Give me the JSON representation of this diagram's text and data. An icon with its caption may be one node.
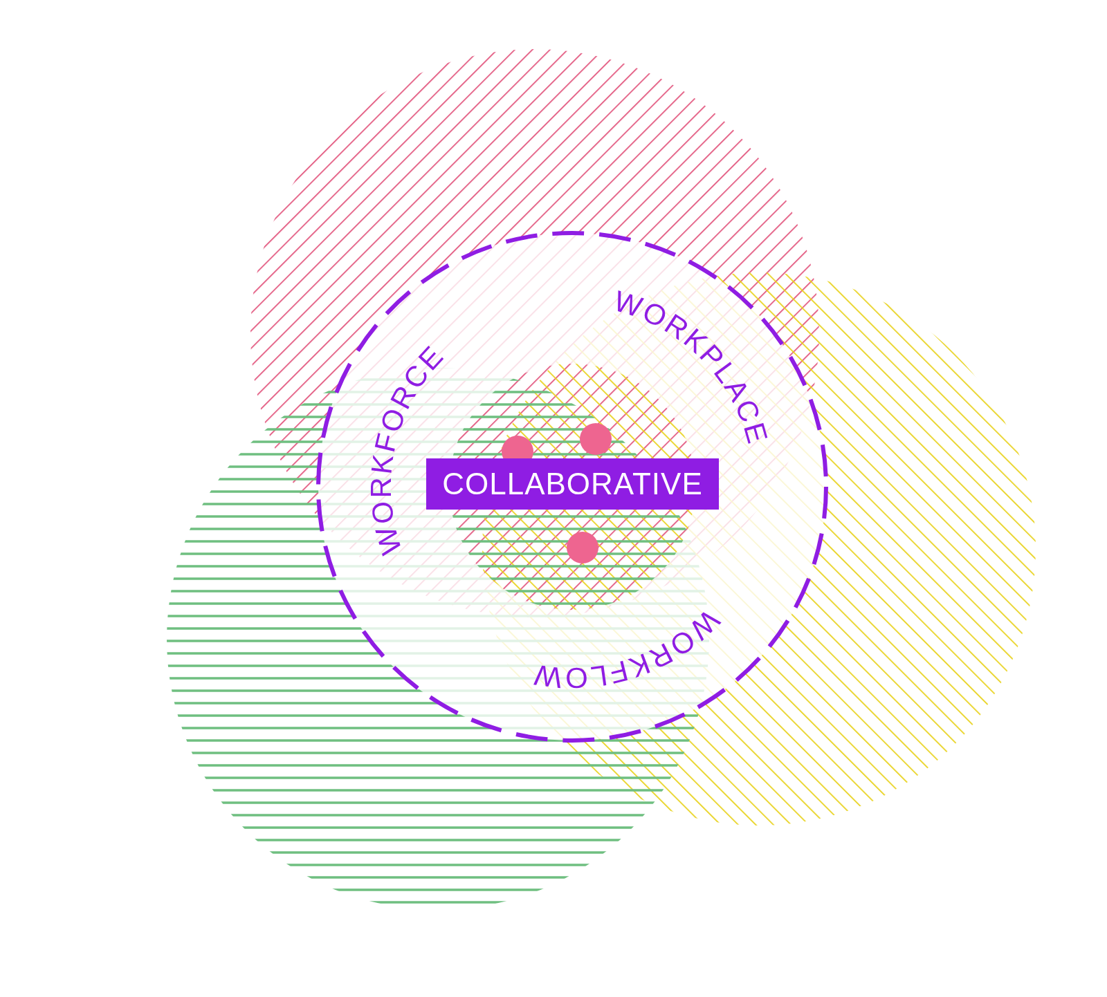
{
  "diagram": {
    "nodes": [
      {
        "text": [
          "WORKFORCE",
          "WORKPLACE",
          "WORKFLOW"
        ]
      },
      {
        "text": [
          "COLLABORATIVE"
        ],
        "in": 0
      }
    ]
  }
}
